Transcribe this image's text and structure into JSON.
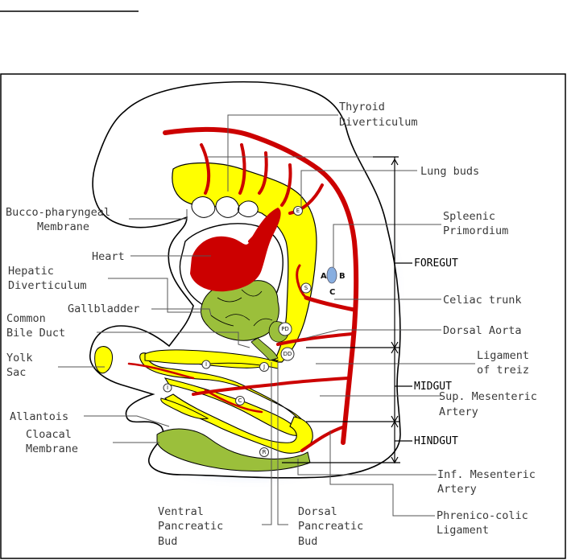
{
  "labels": {
    "thyroid_1": "Thyroid",
    "thyroid_2": "Diverticulum",
    "lung_buds": "Lung buds",
    "bucco_1": "Bucco-pharyngeal",
    "bucco_2": "Membrane",
    "spleen_1": "Spleenic",
    "spleen_2": "Primordium",
    "heart": "Heart",
    "foregut": "FOREGUT",
    "hepatic_1": "Hepatic",
    "hepatic_2": "Diverticulum",
    "gallbladder": "Gallbladder",
    "celiac": "Celiac trunk",
    "common_1": "Common",
    "common_2": "Bile Duct",
    "dorsal_aorta": "Dorsal Aorta",
    "yolk_1": "Yolk",
    "yolk_2": "Sac",
    "treiz_1": "Ligament",
    "treiz_2": "of treiz",
    "midgut": "MIDGUT",
    "sma_1": "Sup. Mesenteric",
    "sma_2": "Artery",
    "allantois": "Allantois",
    "cloacal_1": "Cloacal",
    "cloacal_2": "Membrane",
    "hindgut": "HINDGUT",
    "ima_1": "Inf. Mesenteric",
    "ima_2": "Artery",
    "ventral_1": "Ventral",
    "ventral_2": "Pancreatic",
    "ventral_3": "Bud",
    "dorsal_1": "Dorsal",
    "dorsal_2": "Pancreatic",
    "dorsal_3": "Bud",
    "phrenico_1": "Phrenico-colic",
    "phrenico_2": "Ligament"
  },
  "markers": {
    "e": "E",
    "s": "S",
    "pd": "PD",
    "dd": "DD",
    "j": "J",
    "i_upper": "I",
    "i_lower": "I",
    "c": "C",
    "r": "R",
    "a": "A",
    "b": "B",
    "c_big": "C"
  },
  "colors": {
    "gut_yellow": "#ffff00",
    "liver_green": "#9bbf3b",
    "vessel_red": "#cc0000",
    "mesentery_blue": "#a9c1ec",
    "outline": "#000000"
  }
}
